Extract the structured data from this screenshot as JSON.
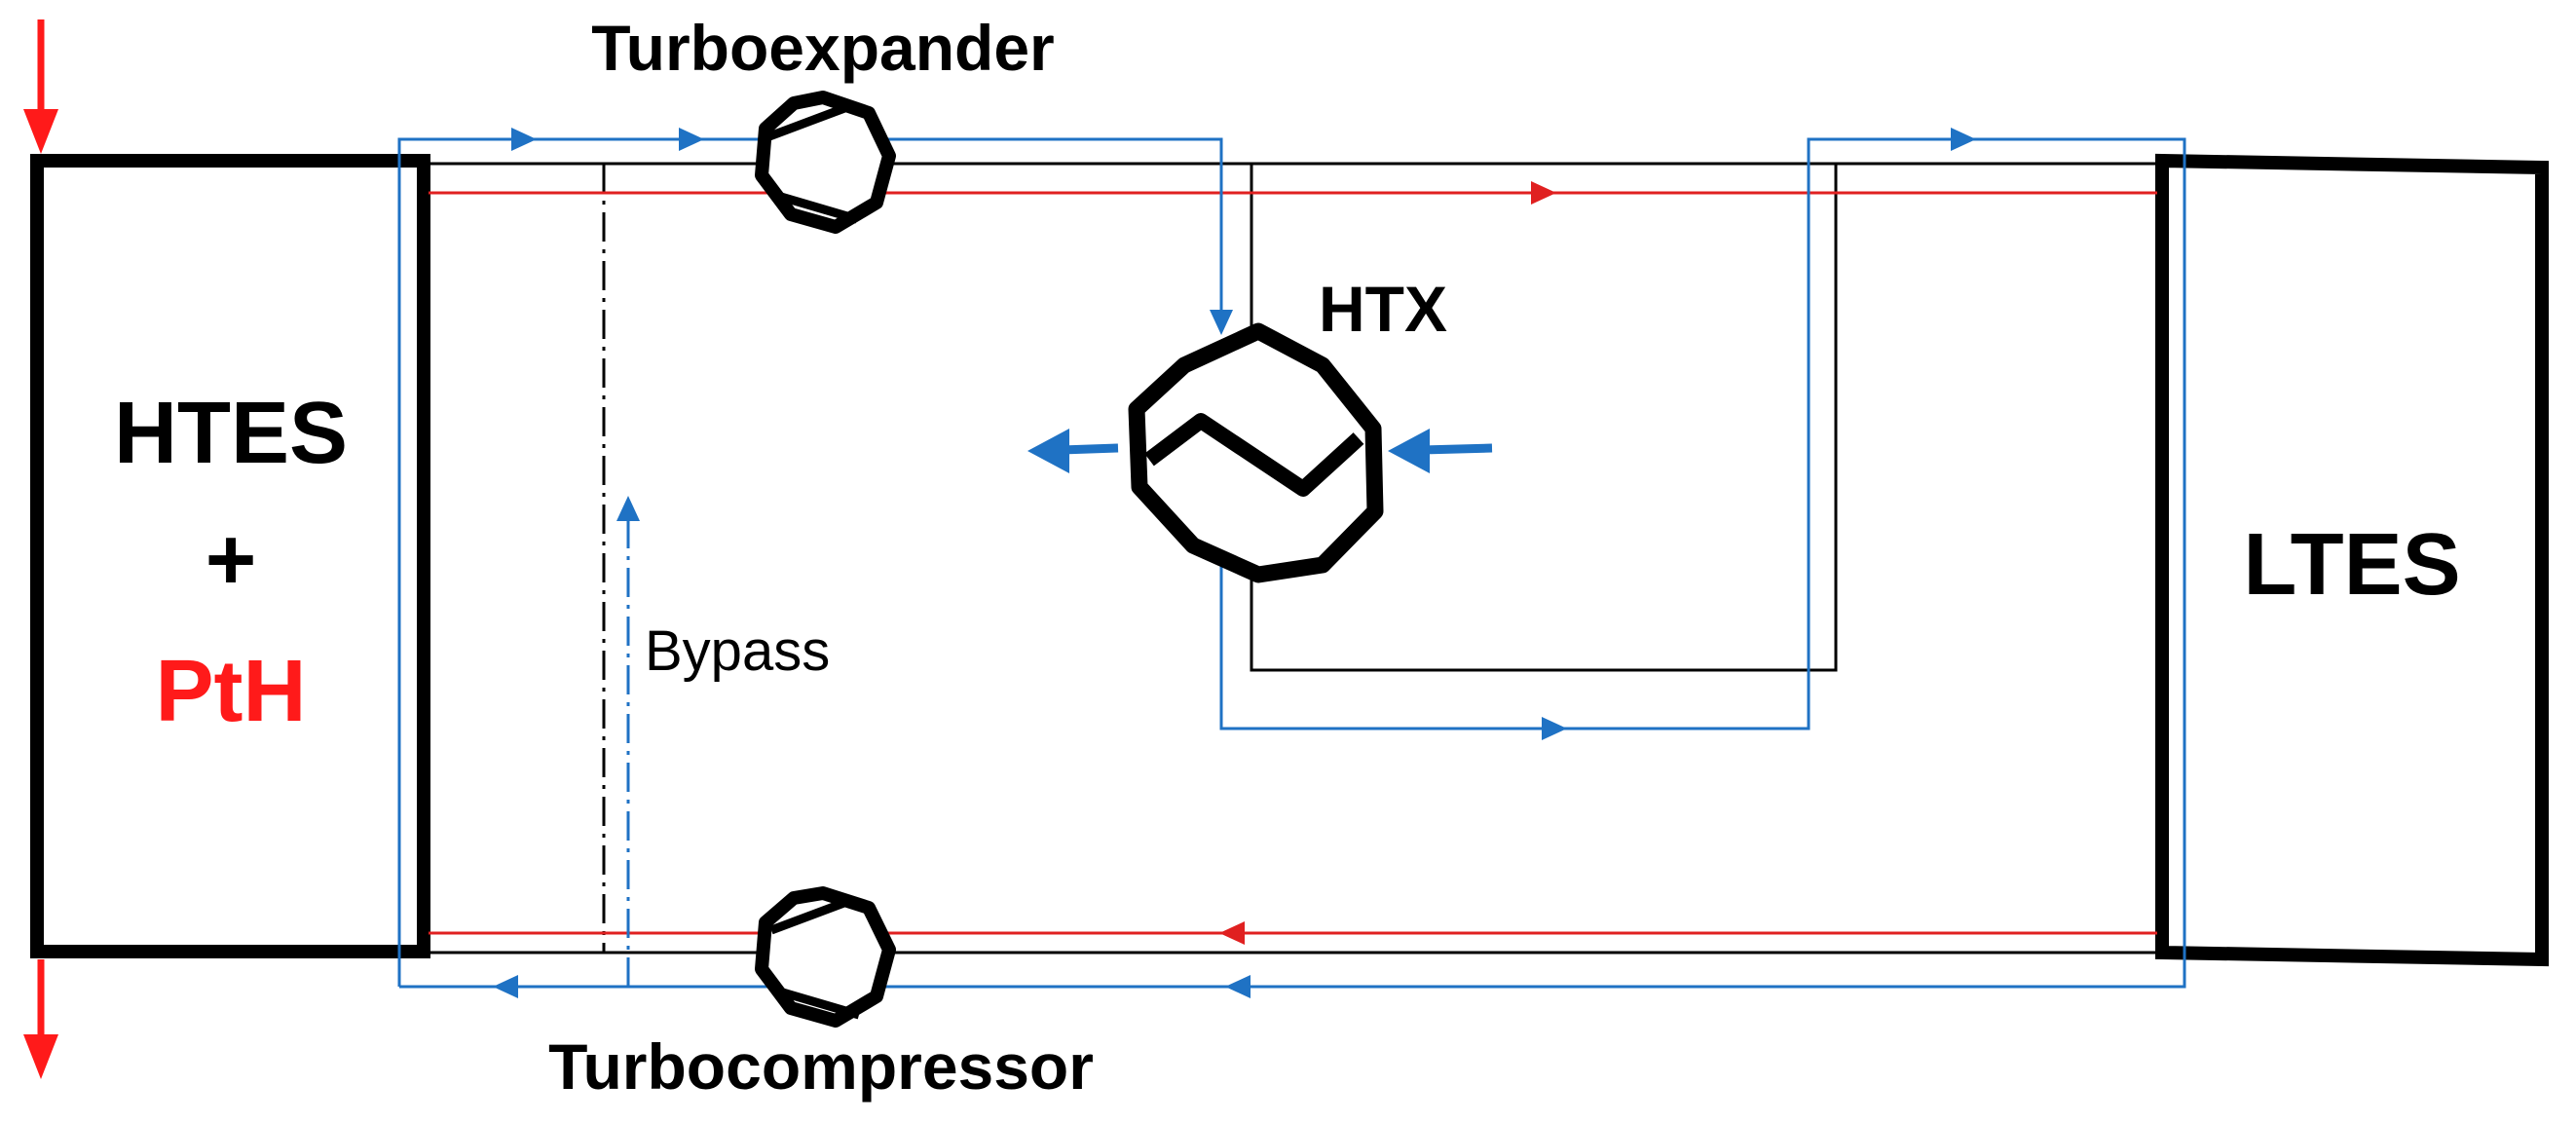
{
  "diagram": {
    "labels": {
      "turboexpander": "Turboexpander",
      "turbocompressor": "Turbocompressor",
      "htx": "HTX",
      "htes": "HTES",
      "plus": "+",
      "pth": "PtH",
      "ltes": "LTES",
      "bypass": "Bypass"
    },
    "colors": {
      "outline": "#000000",
      "hot_line": "#e02020",
      "cold_line": "#1f72c4",
      "pth_text": "#ff1a1a",
      "power_arrow": "#ff1a1a",
      "heat_arrow": "#1f72c4"
    },
    "icons": {
      "turboexpander": "turbine-octagon-icon",
      "turbocompressor": "compressor-octagon-icon",
      "htx": "heat-exchanger-icon"
    }
  }
}
